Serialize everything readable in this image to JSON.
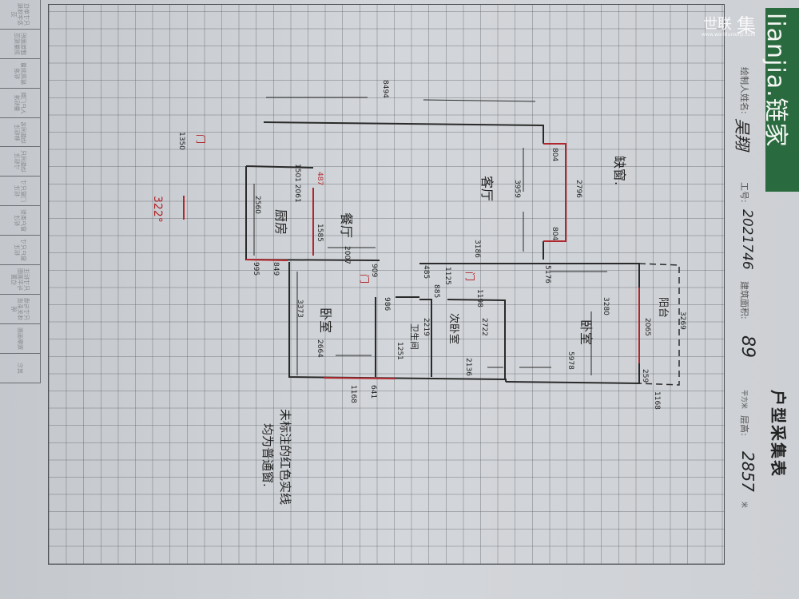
{
  "form": {
    "title": "户型采集表",
    "brand": "lianjia.链家",
    "watermark": {
      "name": "世联",
      "mark": "集",
      "url": "www.worldunionji.com"
    },
    "drawer_label": "绘制人姓名:",
    "drawer_value": "吴翔",
    "employee_id_label": "工号:",
    "employee_id_value": "2021746",
    "area_label": "建筑面积:",
    "area_value": "89",
    "area_unit": "平方米",
    "floor_height_label": "层高:",
    "floor_height_value": "2857",
    "floor_height_unit": "米"
  },
  "checklist": [
    "尺寸单位及字体规范",
    "建筑面积测量规范",
    "层高测量标准",
    "入户门数量标准",
    "功能间名称标注",
    "功能间尺寸标注",
    "门窗尺寸标注",
    "窗户类型标注",
    "窗户尺寸标注",
    "尺寸标注与平面图位置",
    "尺寸与墙体关系说明",
    "观察画面",
    "其它"
  ],
  "plan": {
    "rooms": {
      "kitchen": "厨房",
      "dining": "餐厅",
      "living": "客厅",
      "missing": "缺窗.",
      "bedroom1": "卧室",
      "bathroom": "卫生间",
      "bedroom2": "次卧室",
      "bedroom3": "卧室",
      "balcony": "阳台"
    },
    "door": "门",
    "orientation": "322°",
    "dims": [
      "8494",
      "1350",
      "1501 2061",
      "487",
      "2560",
      "1585",
      "2007",
      "3959",
      "2796",
      "804",
      "804",
      "3186",
      "5176",
      "995",
      "849",
      "909",
      "485",
      "1125",
      "885",
      "1198",
      "3373",
      "2664",
      "986",
      "2219",
      "1251",
      "2722",
      "2136",
      "3280",
      "5978",
      "2065",
      "259",
      "3269",
      "1168",
      "641",
      "1168"
    ],
    "note_line1": "未标注的红色实线",
    "note_line2": "均为普通窗."
  },
  "colors": {
    "brand": "#2a6a3f",
    "red": "#b0282e",
    "ink": "#222222"
  }
}
